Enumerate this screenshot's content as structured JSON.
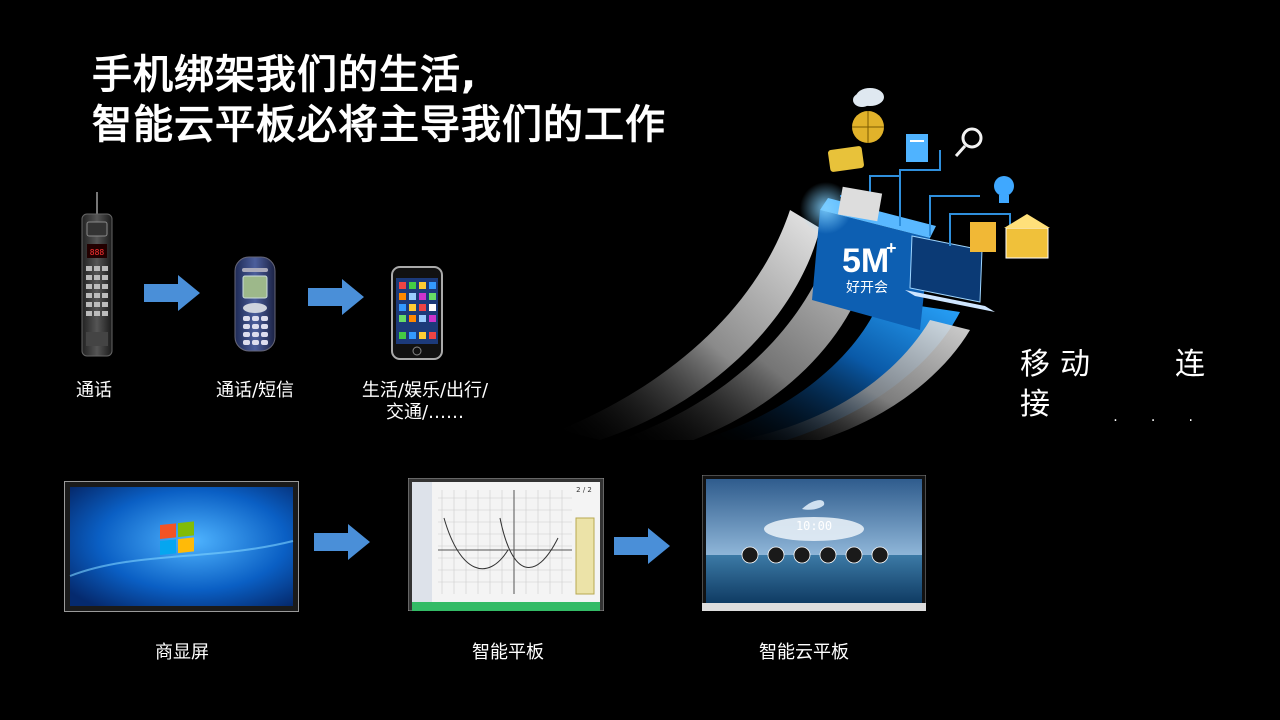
{
  "title": {
    "line1": "手机绑架我们的生活,",
    "line2": "智能云平板必将主导我们的工作"
  },
  "phones": [
    {
      "label": "通话"
    },
    {
      "label": "通话/短信"
    },
    {
      "label": "生活/娱乐/出行/\n交通/……"
    }
  ],
  "displays": [
    {
      "label": "商显屏"
    },
    {
      "label": "智能平板",
      "page_indicator": "2 / 2"
    },
    {
      "label": "智能云平板",
      "clock": "10:00"
    }
  ],
  "brand": {
    "logo_text": "5M",
    "logo_plus": "+",
    "logo_sub": "好开会"
  },
  "side_label": {
    "c1": "移",
    "c2": "动",
    "c3": "连",
    "c4": "接"
  },
  "colors": {
    "arrow": "#4a8fd8",
    "accent": "#2aa7ff"
  },
  "icons": [
    "cloud-icon",
    "globe-icon",
    "credit-card-icon",
    "document-icon",
    "search-icon",
    "mail-icon",
    "bulb-icon",
    "laptop-icon",
    "bank-icon",
    "windows-logo-icon"
  ]
}
